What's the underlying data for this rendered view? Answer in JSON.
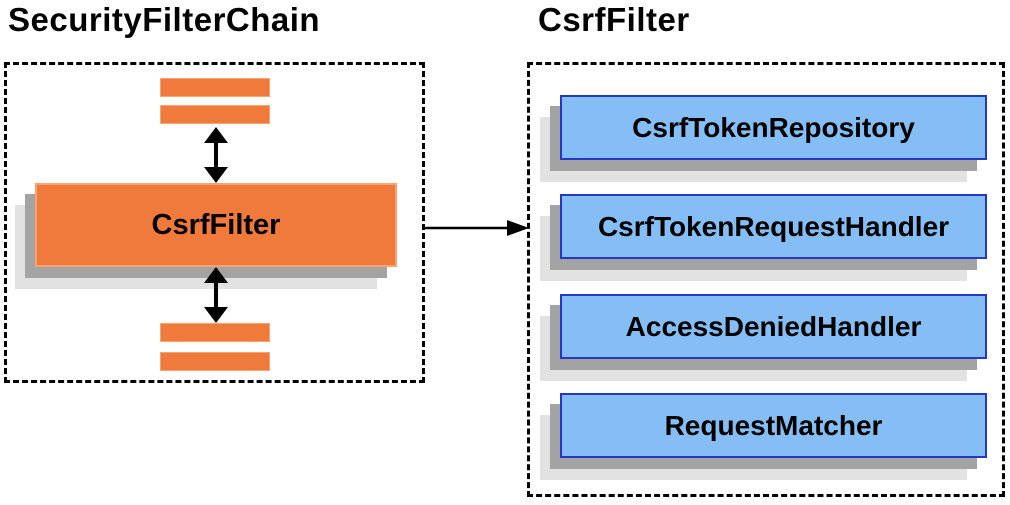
{
  "left_panel": {
    "title": "SecurityFilterChain",
    "filter_label": "CsrfFilter"
  },
  "right_panel": {
    "title": "CsrfFilter",
    "components": [
      "CsrfTokenRepository",
      "CsrfTokenRequestHandler",
      "AccessDeniedHandler",
      "RequestMatcher"
    ]
  },
  "colors": {
    "orange_fill": "#F0793C",
    "orange_highlight": "#F9A273",
    "blue_fill": "#85BEF4",
    "blue_border": "#2438C8",
    "shadow_dark": "#A3A3A3",
    "shadow_light": "#E2E2E2",
    "arrow_color": "#000000",
    "text_color": "#000000",
    "background": "#FFFFFF"
  }
}
